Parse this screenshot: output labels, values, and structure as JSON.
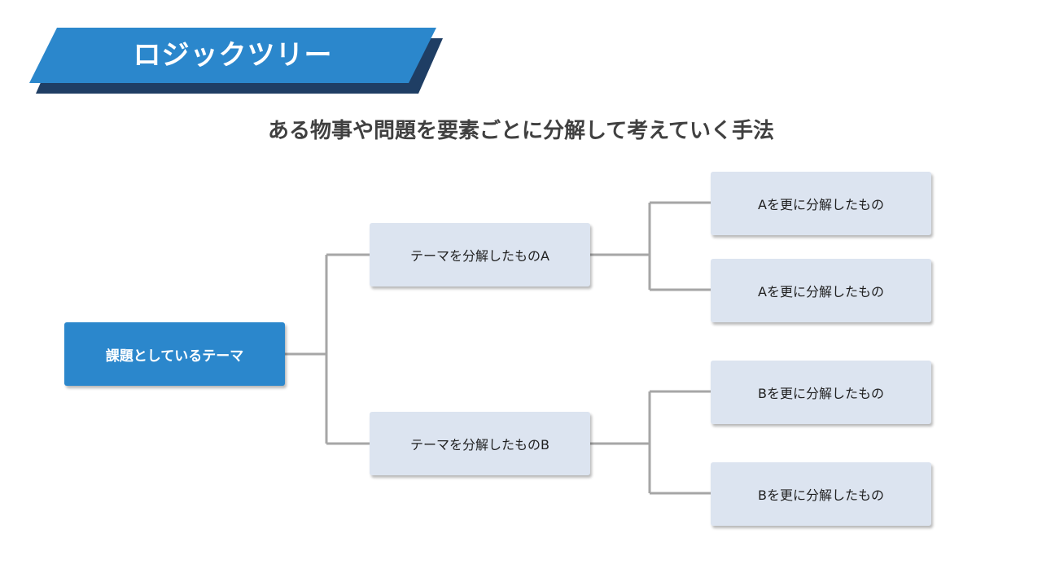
{
  "header": {
    "title": "ロジックツリー",
    "subtitle": "ある物事や問題を要素ごとに分解して考えていく手法"
  },
  "colors": {
    "banner": "#2b87cc",
    "banner_shadow": "#1f3e64",
    "root_box": "#2b87cc",
    "node_box": "#dce4f0",
    "connector": "#a6a6a6"
  },
  "tree": {
    "root": {
      "label": "課題としているテーマ"
    },
    "level1": [
      {
        "label": "テーマを分解したものA"
      },
      {
        "label": "テーマを分解したものB"
      }
    ],
    "level2": [
      {
        "label": "Aを更に分解したもの"
      },
      {
        "label": "Aを更に分解したもの"
      },
      {
        "label": "Bを更に分解したもの"
      },
      {
        "label": "Bを更に分解したもの"
      }
    ]
  }
}
